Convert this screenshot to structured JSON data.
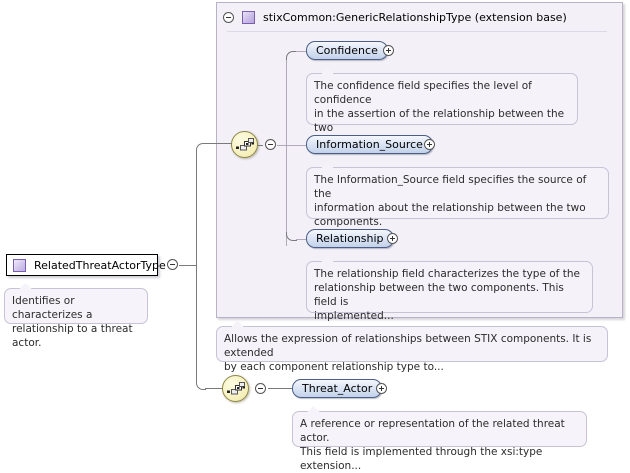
{
  "diagram": {
    "root": {
      "name": "RelatedThreatActorType",
      "icon": "complex-type-icon",
      "toggle": "minus-icon",
      "documentation": "Identifies or characterizes a\nrelationship to a threat actor."
    },
    "extension_panel": {
      "toggle": "minus-icon",
      "icon": "complex-type-icon",
      "title": "stixCommon:GenericRelationshipType (extension base)",
      "documentation": "Allows the expression of relationships between STIX components. It is extended\nby each component relationship type to...",
      "compositor": {
        "icon": "sequence-icon",
        "toggle": "minus-icon"
      },
      "elements": [
        {
          "name": "Confidence",
          "expand": "plus-icon",
          "documentation": "The confidence field specifies the level of confidence\nin the assertion of the relationship between the two\ncomponents."
        },
        {
          "name": "Information_Source",
          "expand": "plus-icon",
          "documentation": "The Information_Source field specifies the source of the\ninformation about the relationship between the two\ncomponents."
        },
        {
          "name": "Relationship",
          "expand": "plus-icon",
          "documentation": "The relationship field characterizes the type of the\nrelationship between the two components. This field is\nimplemented..."
        }
      ]
    },
    "own_sequence": {
      "compositor": {
        "icon": "sequence-icon",
        "toggle": "minus-icon"
      },
      "elements": [
        {
          "name": "Threat_Actor",
          "expand": "plus-icon",
          "documentation": "A reference or representation of the related threat actor.\nThis field is implemented through the xsi:type extension..."
        }
      ]
    }
  },
  "colors": {
    "panel_bg": "#f3f0f8",
    "panel_border": "#b9b2c6",
    "element_fill": "#dde6f5",
    "element_border": "#4a5e86",
    "sequence_fill": "#f7f2c2",
    "doc_bg": "#f5f2fa",
    "type_icon": "#bfadE2",
    "line": "#7a7a7a"
  }
}
